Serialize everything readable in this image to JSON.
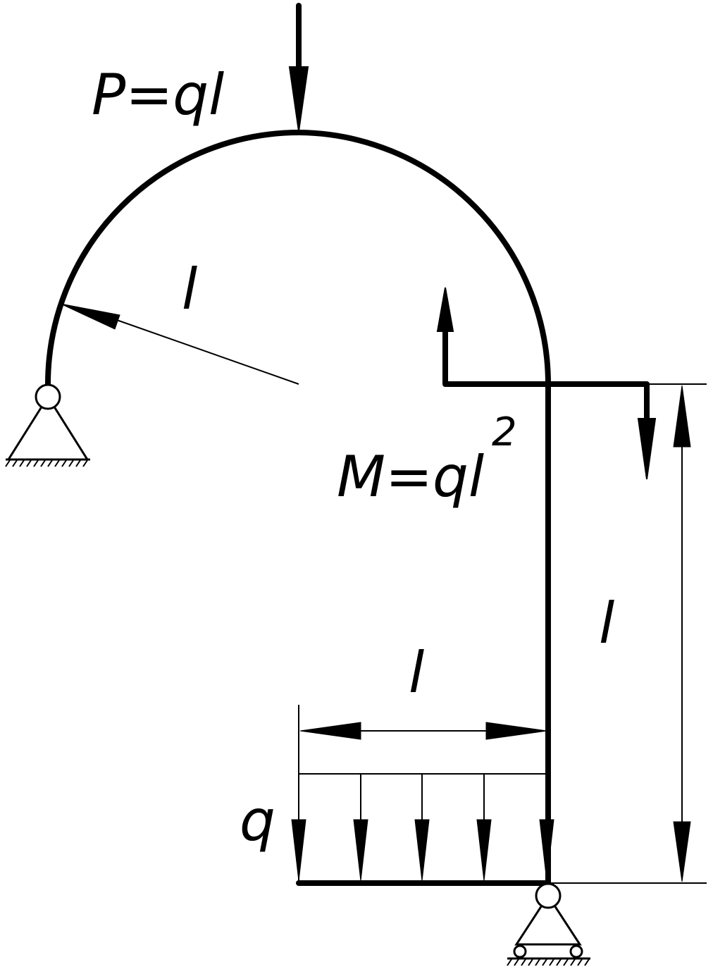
{
  "labels": {
    "force_p": "P=ql",
    "moment": "M=ql",
    "moment_exponent": "2",
    "distributed_load": "q",
    "radius": "l",
    "column_length": "l",
    "beam_length": "l"
  },
  "colors": {
    "line": "#000000",
    "background": "#ffffff"
  }
}
